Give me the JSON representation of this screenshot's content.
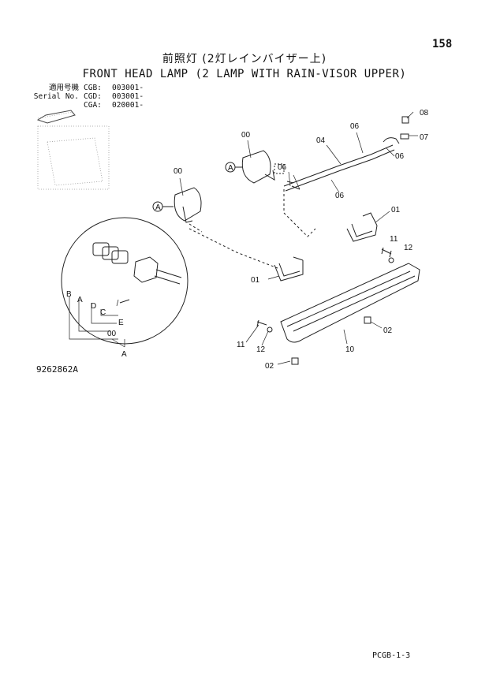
{
  "page_number": "158",
  "title_jp": "前照灯 (2灯レインバイザー上)",
  "title_en": "FRONT HEAD LAMP (2 LAMP WITH RAIN-VISOR UPPER)",
  "serials": [
    {
      "label": "適用号機",
      "model": "CGB:",
      "serial": "003001-"
    },
    {
      "label": "Serial No.",
      "model": "CGD:",
      "serial": "003001-"
    },
    {
      "label": "",
      "model": "CGA:",
      "serial": "020001-"
    }
  ],
  "drawing_number": "9262862A",
  "footer_code": "PCGB-1-3",
  "callouts": {
    "c00a": "00",
    "c00b": "00",
    "c04": "04",
    "c06a": "06",
    "c06b": "06",
    "c06c": "06",
    "c06d": "06",
    "c08": "08",
    "c07": "07",
    "c01a": "01",
    "c01b": "01",
    "c11a": "11",
    "c12a": "12",
    "c02a": "02",
    "c10": "10",
    "c11b": "11",
    "c12b": "12",
    "c02b": "02",
    "detB": "B",
    "detA": "A",
    "detD": "D",
    "detC": "C",
    "detE": "E",
    "det00": "00",
    "detA2": "A",
    "viewA1": "A",
    "viewA2": "A"
  }
}
